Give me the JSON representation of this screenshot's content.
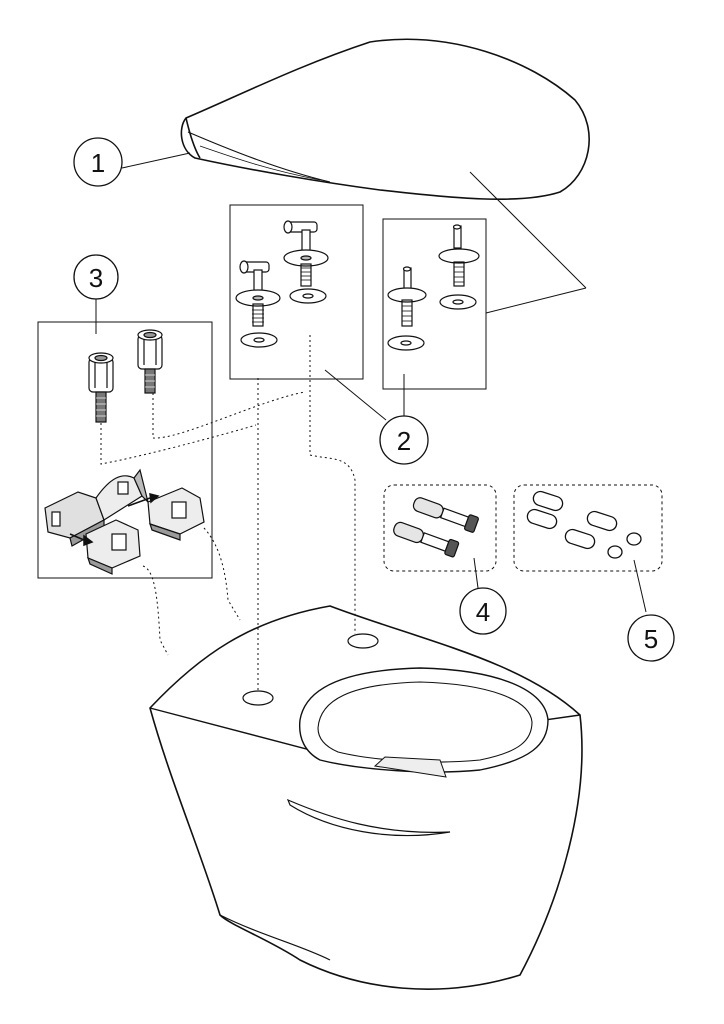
{
  "colors": {
    "line": "#111111",
    "part_fill": "#ffffff",
    "part_shade": "#d9d9d9",
    "part_dark": "#7a7a7a",
    "background": "#ffffff"
  },
  "callouts": [
    {
      "id": "1",
      "label": "1"
    },
    {
      "id": "2",
      "label": "2"
    },
    {
      "id": "3",
      "label": "3"
    },
    {
      "id": "4",
      "label": "4"
    },
    {
      "id": "5",
      "label": "5"
    }
  ],
  "parts": [
    {
      "callout": "1",
      "icon": "toilet-seat-lid-icon"
    },
    {
      "callout": "2",
      "icon": "hinge-bolt-set-icon"
    },
    {
      "callout": "3",
      "icon": "quick-release-bracket-icon"
    },
    {
      "callout": "4",
      "icon": "anchor-bolt-icon"
    },
    {
      "callout": "5",
      "icon": "rubber-buffer-pads-icon"
    },
    {
      "callout": "",
      "icon": "wall-hung-toilet-bowl-icon"
    }
  ]
}
